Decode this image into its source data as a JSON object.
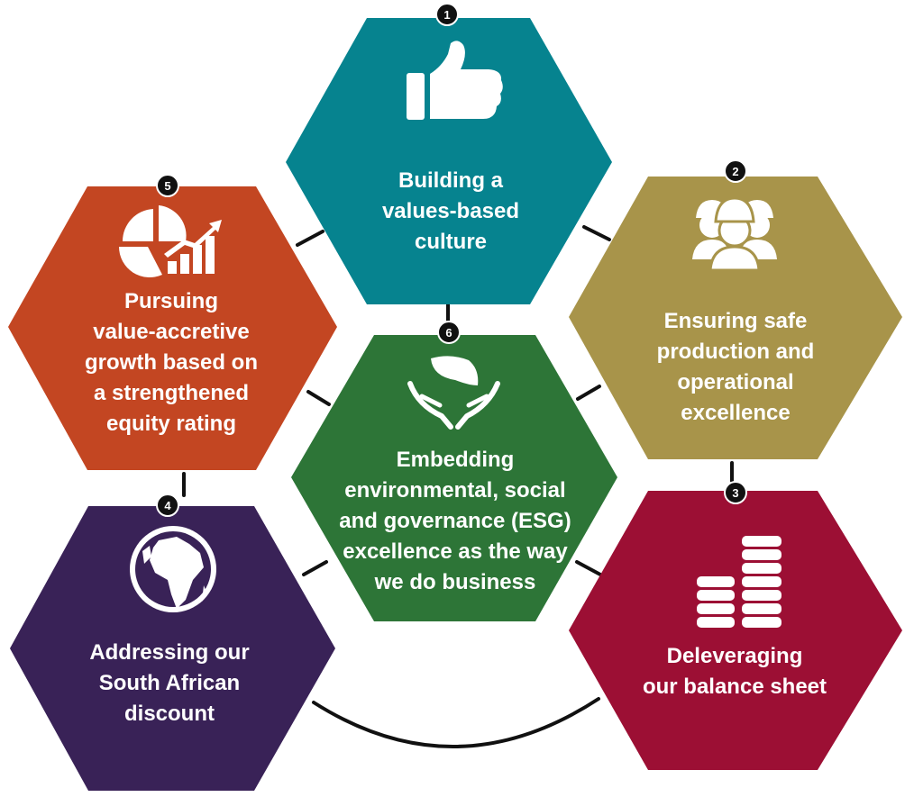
{
  "colors": {
    "teal": "#06838f",
    "gold": "#a8944a",
    "orange": "#c34622",
    "green": "#2d7537",
    "purple": "#392257",
    "crimson": "#9c0f34",
    "connector": "#111111",
    "badge": "#111111"
  },
  "hexagons": [
    {
      "id": "values-culture",
      "number": "1",
      "icon": "thumbs-up-icon",
      "color": "teal",
      "lines": [
        "Building a",
        "values-based",
        "culture"
      ]
    },
    {
      "id": "safe-production",
      "number": "2",
      "icon": "workers-hardhat-icon",
      "color": "gold",
      "lines": [
        "Ensuring safe",
        "production and",
        "operational",
        "excellence"
      ]
    },
    {
      "id": "deleveraging",
      "number": "3",
      "icon": "coin-stacks-icon",
      "color": "crimson",
      "lines": [
        "Deleveraging",
        "our balance sheet"
      ]
    },
    {
      "id": "sa-discount",
      "number": "4",
      "icon": "globe-africa-icon",
      "color": "purple",
      "lines": [
        "Addressing our",
        "South African",
        "discount"
      ]
    },
    {
      "id": "value-growth",
      "number": "5",
      "icon": "pie-growth-chart-icon",
      "color": "orange",
      "lines": [
        "Pursuing",
        "value-accretive",
        "growth based on",
        "a strengthened",
        "equity rating"
      ]
    },
    {
      "id": "esg",
      "number": "6",
      "icon": "leaf-hands-icon",
      "color": "green",
      "lines": [
        "Embedding",
        "environmental, social",
        "and governance (ESG)",
        "excellence as the way",
        "we do business"
      ]
    }
  ]
}
